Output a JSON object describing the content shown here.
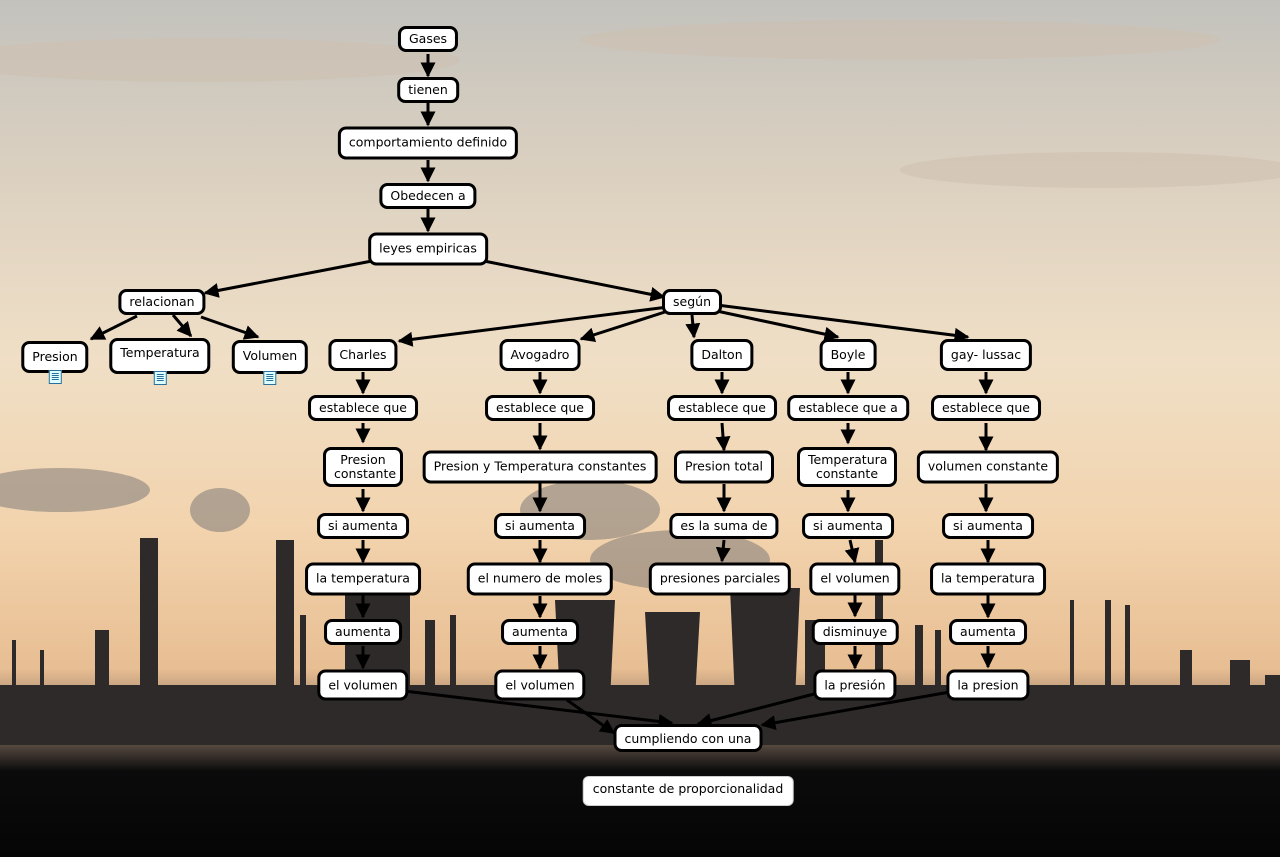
{
  "nodes": {
    "gases": "Gases",
    "tienen": "tienen",
    "comportamiento": "comportamiento definido",
    "obedecen": "Obedecen a",
    "leyes": "leyes empiricas",
    "relacionan": "relacionan",
    "segun": "según",
    "presion": "Presion",
    "temperatura": "Temperatura",
    "volumen": "Volumen",
    "charles": "Charles",
    "avogadro": "Avogadro",
    "dalton": "Dalton",
    "boyle": "Boyle",
    "gaylussac": "gay- lussac",
    "ch_establece": "establece que",
    "av_establece": "establece que",
    "da_establece": "establece que",
    "bo_establece": "establece que a",
    "gl_establece": "establece que",
    "ch_presion_const": "Presion constante",
    "av_pt_const": "Presion y Temperatura constantes",
    "da_presion_total": "Presion total",
    "bo_temp_const": "Temperatura constante",
    "gl_vol_const": "volumen constante",
    "ch_si_aumenta": "si  aumenta",
    "av_si_aumenta": "si aumenta",
    "da_suma": "es la suma de",
    "bo_si_aumenta": "si aumenta",
    "gl_si_aumenta": "si aumenta",
    "ch_temperatura": "la temperatura",
    "av_moles": "el numero de moles",
    "da_parciales": "presiones parciales",
    "bo_volumen": "el volumen",
    "gl_temperatura": "la temperatura",
    "ch_aumenta": "aumenta",
    "av_aumenta": "aumenta",
    "bo_disminuye": "disminuye",
    "gl_aumenta": "aumenta",
    "ch_volumen": "el volumen",
    "av_volumen": "el volumen",
    "bo_presion": "la presión",
    "gl_presion": "la presion",
    "cumpliendo": "cumpliendo con una",
    "constante": "constante de proporcionalidad"
  },
  "attached_resource_icon": "document-icon",
  "colors": {
    "node_fill": "#ffffff",
    "node_border": "#000000",
    "edge": "#000000"
  }
}
